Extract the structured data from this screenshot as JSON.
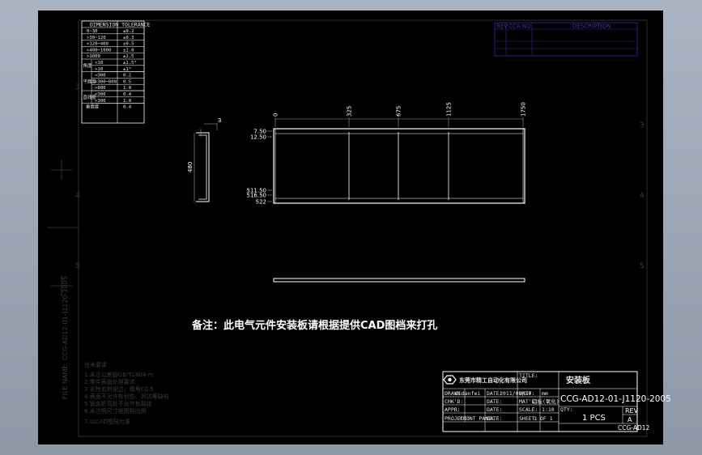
{
  "tolerance_table": {
    "header": "DIMENSION TOLERANCE",
    "linear_rows": [
      {
        "range": "0~30",
        "tol": "±0.2"
      },
      {
        "range": ">30~120",
        "tol": "±0.3"
      },
      {
        "range": ">120~400",
        "tol": "±0.5"
      },
      {
        "range": ">400~1000",
        "tol": "±1.0"
      },
      {
        "range": ">1000",
        "tol": "±1.5"
      }
    ],
    "angle_label": "角度",
    "angle_rows": [
      {
        "range": "<10",
        "tol": "±1.5°"
      },
      {
        "range": ">10",
        "tol": "±1°"
      }
    ],
    "group2_label": "平面度",
    "group2_rows": [
      {
        "range": "<300",
        "tol": "0.2"
      },
      {
        "range": ">300~800",
        "tol": "0.5"
      },
      {
        "range": ">800",
        "tol": "1.0"
      }
    ],
    "group3_label": "直线度",
    "group3_rows": [
      {
        "range": "<300",
        "tol": "0.4"
      },
      {
        "range": ">300",
        "tol": "1.0"
      }
    ],
    "last_label": "垂直度",
    "last_tol": "0.4"
  },
  "revision_table": {
    "header_rev": "REV",
    "header_cca": "CCA NO",
    "header_desc": "DESCRIPTION"
  },
  "drawing": {
    "side_height": "480",
    "side_thickness": "3",
    "top_ticks": [
      "0",
      "325",
      "675",
      "1125",
      "1750"
    ],
    "top_ticks_far": "1750",
    "left_ticks": [
      "7.50",
      "12.50",
      "511.50",
      "516.50",
      "522"
    ]
  },
  "grid_refs": {
    "left": [
      "3",
      "4",
      "5"
    ],
    "right": [
      "3",
      "4",
      "5"
    ]
  },
  "note": "备注：此电气元件安装板请根据提供CAD图档来打孔",
  "file_name": "FILE NAME: CCG-AD12-01-J1120-2005",
  "technical_requirements": {
    "title": "技术要求",
    "lines": [
      "1.未注公差按GB/T1804-m",
      "2.零件表面处理要求",
      "3.去除毛刺锐边，倒角C0.5",
      "4.表面不允许有划伤、凹坑等缺陷",
      "5.钣金折弯处不允许有裂纹",
      "6.未注明尺寸按图档比例",
      "7.以CAD图档为准"
    ]
  },
  "title_block": {
    "company": "东莞市精工自动化有限公司",
    "title_label": "TITLE:",
    "part_name": "安装板",
    "drawn_label": "DRAWN:",
    "drawn_value": "Lidanfei",
    "date_label1": "DATE:",
    "date_value1": "2011/09/30",
    "unit_label": "UNIT:",
    "unit_value": "mm",
    "check_label": "CHK'D:",
    "date_label2": "DATE:",
    "matl_label": "MAT'L:",
    "matl_value": "铝板(氧化)",
    "appr_label": "APPR:",
    "date_label3": "DATE:",
    "scale_label": "SCALE:",
    "scale_value": "1:10",
    "project_label": "PROJECT:",
    "project_value": "FRONT PANEL",
    "date_label4": "DATE:",
    "sheet_label": "SHEET:",
    "sheet_value": "1 OF 1",
    "dwg_no": "CCG-AD12-01-J1120-2005",
    "qty_label": "QTY:",
    "qty_value": "1 PCS",
    "rev_label": "REV",
    "rev_value": "A",
    "footer_code": "CCG-AD12"
  },
  "colors": {
    "background": "#000000",
    "line": "#ffffff",
    "revision": "#2f2fa0",
    "chrome": "#9aa4b3"
  }
}
